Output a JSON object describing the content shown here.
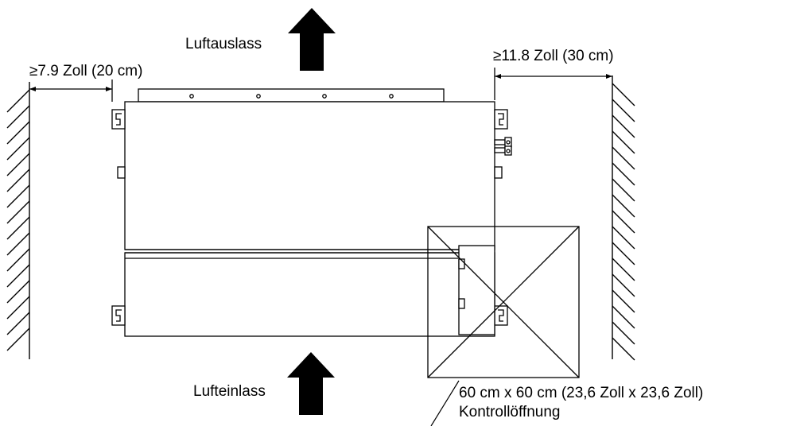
{
  "labels": {
    "air_outlet": "Luftauslass",
    "air_inlet": "Lufteinlass",
    "left_clearance": "≥7.9 Zoll (20 cm)",
    "right_clearance": "≥11.8 Zoll (30 cm)",
    "access_size": "60 cm x 60 cm (23,6 Zoll x 23,6 Zoll)",
    "access_name": "Kontrollöffnung"
  },
  "colors": {
    "line": "#000000",
    "background": "#ffffff"
  }
}
